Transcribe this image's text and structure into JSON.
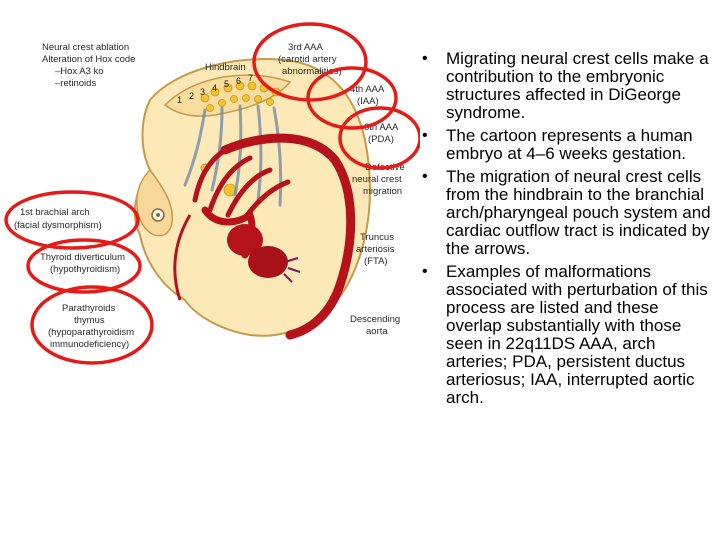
{
  "diagram": {
    "labels": {
      "neural_crest_ablation": "Neural crest ablation",
      "alteration_hox": "Alteration of Hox code",
      "hox_a3_ko": "–Hox A3 ko",
      "retinoids": "–retinoids",
      "hindbrain": "Hindbrain",
      "aaa3_title": "3rd AAA",
      "aaa3_sub1": "(carotid artery",
      "aaa3_sub2": "abnormalities)",
      "aaa4_title": "4th AAA",
      "aaa4_sub": "(IAA)",
      "aaa6_title": "6th AAA",
      "aaa6_sub": "(PDA)",
      "defective1": "Defective",
      "defective2": "neural crest",
      "defective3": "migration",
      "arch1_a": "1st brachial arch",
      "arch1_b": "(facial dysmorphism)",
      "thyroid_a": "Thyroid diverticulum",
      "thyroid_b": "(hypothyroidism)",
      "para_a": "Parathyroids",
      "para_b": "thymus",
      "para_c": "(hypoparathyroidism",
      "para_d": "immunodeficiency)",
      "truncus_a": "Truncus",
      "truncus_b": "arteriosis",
      "truncus_c": "(FTA)",
      "desc_a": "Descending",
      "desc_b": "aorta"
    },
    "rhombomere_numbers": [
      "1",
      "2",
      "3",
      "4",
      "5",
      "6",
      "7"
    ]
  },
  "bullets": [
    "Migrating neural crest cells make a contribution to the embryonic structures affected in DiGeorge syndrome.",
    "The cartoon represents a human embryo at 4–6 weeks gestation.",
    "The migration of neural crest cells from the hindbrain to the branchial arch/pharyngeal pouch system and cardiac outflow tract is indicated by the arrows.",
    "Examples of malformations associated with perturbation of this process are listed and these overlap substantially with those seen in 22q11DS AAA, arch arteries; PDA, persistent ductus arteriosus; IAA, interrupted aortic arch."
  ],
  "colors": {
    "annotation_circle": "#e41b17",
    "artery": "#b5121b",
    "embryo_fill": "#fde9b8",
    "neural_crest": "#f2c230"
  }
}
